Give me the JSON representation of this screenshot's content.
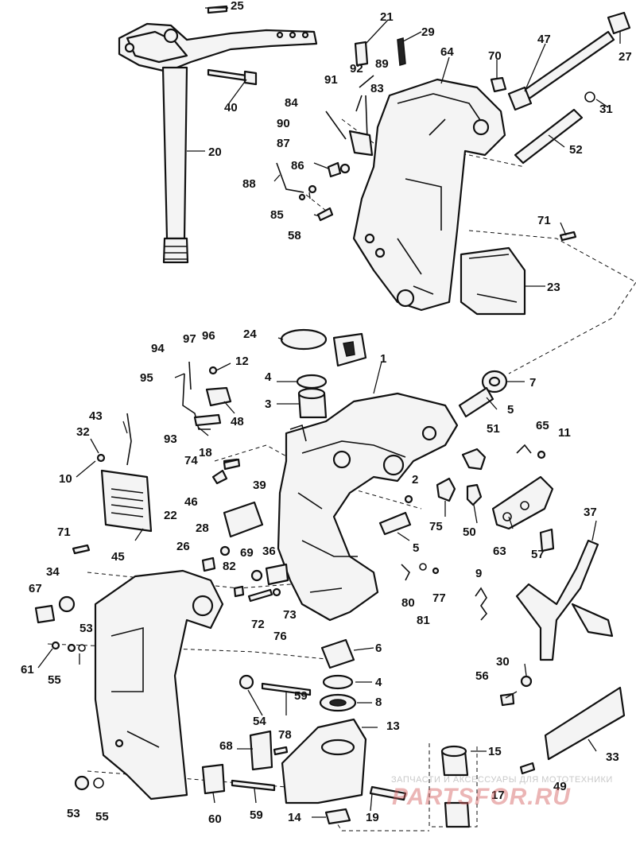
{
  "diagram": {
    "labels": {
      "n1": "1",
      "n2": "2",
      "n3": "3",
      "n4a": "4",
      "n4b": "4",
      "n5a": "5",
      "n5b": "5",
      "n6": "6",
      "n7": "7",
      "n8": "8",
      "n9": "9",
      "n10": "10",
      "n11": "11",
      "n12": "12",
      "n13": "13",
      "n14": "14",
      "n15": "15",
      "n17": "17",
      "n18": "18",
      "n19": "19",
      "n20": "20",
      "n21": "21",
      "n22": "22",
      "n23": "23",
      "n24": "24",
      "n25": "25",
      "n26": "26",
      "n27": "27",
      "n28": "28",
      "n29": "29",
      "n30": "30",
      "n31": "31",
      "n32": "32",
      "n33": "33",
      "n34": "34",
      "n36": "36",
      "n37": "37",
      "n39": "39",
      "n40": "40",
      "n43": "43",
      "n45": "45",
      "n46": "46",
      "n47": "47",
      "n48": "48",
      "n49": "49",
      "n50": "50",
      "n51": "51",
      "n52": "52",
      "n53a": "53",
      "n53b": "53",
      "n54": "54",
      "n55a": "55",
      "n55b": "55",
      "n56": "56",
      "n57": "57",
      "n58": "58",
      "n59a": "59",
      "n59b": "59",
      "n60": "60",
      "n61": "61",
      "n63": "63",
      "n64": "64",
      "n65": "65",
      "n67": "67",
      "n68": "68",
      "n69": "69",
      "n70": "70",
      "n71a": "71",
      "n71b": "71",
      "n72": "72",
      "n73": "73",
      "n74": "74",
      "n75": "75",
      "n76": "76",
      "n77": "77",
      "n78": "78",
      "n80": "80",
      "n81": "81",
      "n82": "82",
      "n83": "83",
      "n84": "84",
      "n85": "85",
      "n86": "86",
      "n87": "87",
      "n88": "88",
      "n89": "89",
      "n90": "90",
      "n91": "91",
      "n92": "92",
      "n93": "93",
      "n94": "94",
      "n95": "95",
      "n96": "96",
      "n97": "97"
    }
  },
  "watermark": {
    "line1": "ЗАПЧАСТИ И АКСЕССУАРЫ ДЛЯ МОТОТЕХНИКИ",
    "line2": "PARTSFOR.RU"
  }
}
